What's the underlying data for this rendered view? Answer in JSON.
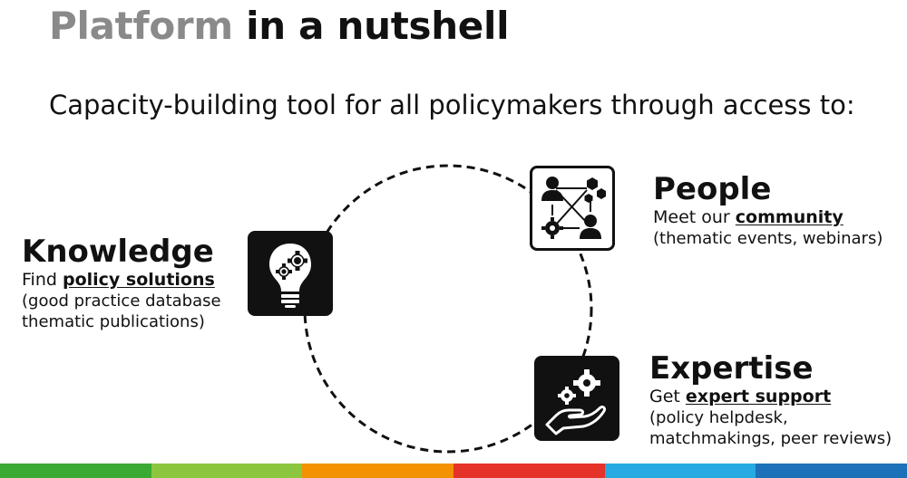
{
  "title": {
    "accent": "Platform",
    "rest": "in a nutshell"
  },
  "subtitle": "Capacity-building tool for all policymakers through access to:",
  "knowledge": {
    "heading": "Knowledge",
    "prefix": "Find",
    "link": "policy solutions",
    "detail_1": "(good practice database",
    "detail_2": "thematic publications)"
  },
  "people": {
    "heading": "People",
    "prefix": "Meet our",
    "link": "community",
    "detail_1": "(thematic events, webinars)"
  },
  "expertise": {
    "heading": "Expertise",
    "prefix": "Get",
    "link": "expert support",
    "detail_1": "(policy helpdesk,",
    "detail_2": "matchmakings, peer reviews)"
  },
  "icons": {
    "knowledge": "lightbulb-gears-icon",
    "people": "network-people-icon",
    "expertise": "hand-gears-icon"
  },
  "colors": {
    "title_accent": "#8a8a8a",
    "text": "#111111",
    "footer_bar": [
      "#3aaa35",
      "#8cc63e",
      "#f39200",
      "#e6332a",
      "#27aae1",
      "#1d71b8"
    ]
  }
}
